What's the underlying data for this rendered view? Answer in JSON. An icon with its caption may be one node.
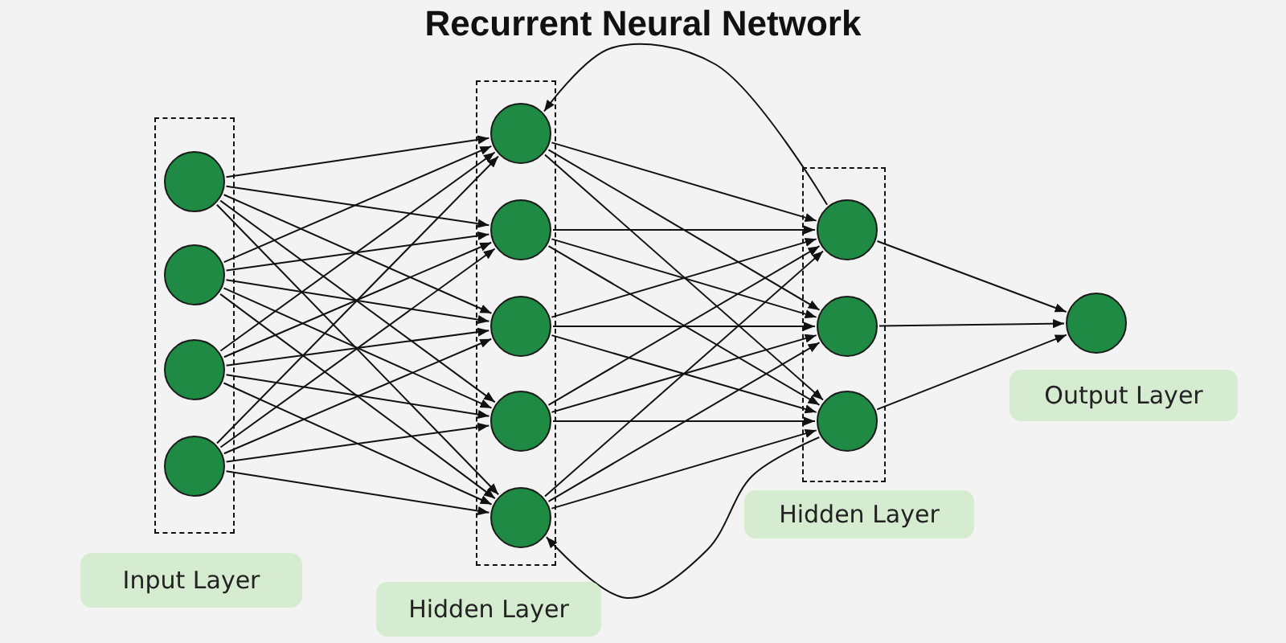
{
  "diagram": {
    "title": "Recurrent Neural Network",
    "nodes": [
      {
        "text": [],
        "shape": "box"
      },
      {
        "text": [],
        "shape": "circle",
        "in": 0
      },
      {
        "text": [],
        "shape": "circle",
        "in": 0
      },
      {
        "text": [],
        "shape": "circle",
        "in": 0
      },
      {
        "text": [],
        "shape": "circle",
        "in": 0
      },
      {
        "text": [],
        "shape": "box"
      },
      {
        "text": [],
        "shape": "circle",
        "in": 5
      },
      {
        "text": [],
        "shape": "circle",
        "in": 5
      },
      {
        "text": [],
        "shape": "circle",
        "in": 5
      },
      {
        "text": [],
        "shape": "circle",
        "in": 5
      },
      {
        "text": [],
        "shape": "circle",
        "in": 5
      },
      {
        "text": [],
        "shape": "box"
      },
      {
        "text": [],
        "shape": "circle",
        "in": 11
      },
      {
        "text": [],
        "shape": "circle",
        "in": 11
      },
      {
        "text": [],
        "shape": "circle",
        "in": 11
      },
      {
        "text": [],
        "shape": "circle"
      },
      {
        "text": [
          "Output Layer"
        ]
      },
      {
        "text": [
          "Hidden Layer"
        ]
      },
      {
        "text": [
          "Input Layer"
        ]
      },
      {
        "text": [
          "Hidden Layer"
        ]
      }
    ],
    "edges": [
      {
        "from": 1,
        "to": 6,
        "arrow": "to"
      },
      {
        "from": 1,
        "to": 7,
        "arrow": "to"
      },
      {
        "from": 1,
        "to": 8,
        "arrow": "to"
      },
      {
        "from": 1,
        "to": 9,
        "arrow": "to"
      },
      {
        "from": 1,
        "to": 10,
        "arrow": "to"
      },
      {
        "from": 2,
        "to": 6,
        "arrow": "to"
      },
      {
        "from": 2,
        "to": 7,
        "arrow": "to"
      },
      {
        "from": 2,
        "to": 8,
        "arrow": "to"
      },
      {
        "from": 2,
        "to": 9,
        "arrow": "to"
      },
      {
        "from": 2,
        "to": 10,
        "arrow": "to"
      },
      {
        "from": 3,
        "to": 6,
        "arrow": "to"
      },
      {
        "from": 3,
        "to": 7,
        "arrow": "to"
      },
      {
        "from": 3,
        "to": 8,
        "arrow": "to"
      },
      {
        "from": 3,
        "to": 9,
        "arrow": "to"
      },
      {
        "from": 3,
        "to": 10,
        "arrow": "to"
      },
      {
        "from": 4,
        "to": 6,
        "arrow": "to"
      },
      {
        "from": 4,
        "to": 7,
        "arrow": "to"
      },
      {
        "from": 4,
        "to": 8,
        "arrow": "to"
      },
      {
        "from": 4,
        "to": 9,
        "arrow": "to"
      },
      {
        "from": 4,
        "to": 10,
        "arrow": "to"
      },
      {
        "from": 6,
        "to": 12,
        "arrow": "to"
      },
      {
        "from": 6,
        "to": 13,
        "arrow": "to"
      },
      {
        "from": 6,
        "to": 14,
        "arrow": "to"
      },
      {
        "from": 7,
        "to": 12,
        "arrow": "to"
      },
      {
        "from": 7,
        "to": 13,
        "arrow": "to"
      },
      {
        "from": 7,
        "to": 14,
        "arrow": "to"
      },
      {
        "from": 8,
        "to": 12,
        "arrow": "to"
      },
      {
        "from": 8,
        "to": 13,
        "arrow": "to"
      },
      {
        "from": 8,
        "to": 14,
        "arrow": "to"
      },
      {
        "from": 9,
        "to": 12,
        "arrow": "to"
      },
      {
        "from": 9,
        "to": 13,
        "arrow": "to"
      },
      {
        "from": 9,
        "to": 14,
        "arrow": "to"
      },
      {
        "from": 10,
        "to": 12,
        "arrow": "to"
      },
      {
        "from": 10,
        "to": 13,
        "arrow": "to"
      },
      {
        "from": 10,
        "to": 14,
        "arrow": "to"
      },
      {
        "from": 12,
        "to": 15,
        "arrow": "to"
      },
      {
        "from": 13,
        "to": 15,
        "arrow": "to"
      },
      {
        "from": 14,
        "to": 15,
        "arrow": "to"
      },
      {
        "from": 12,
        "to": 6,
        "arrow": "to"
      },
      {
        "from": 14,
        "to": 10,
        "arrow": "to"
      }
    ]
  }
}
